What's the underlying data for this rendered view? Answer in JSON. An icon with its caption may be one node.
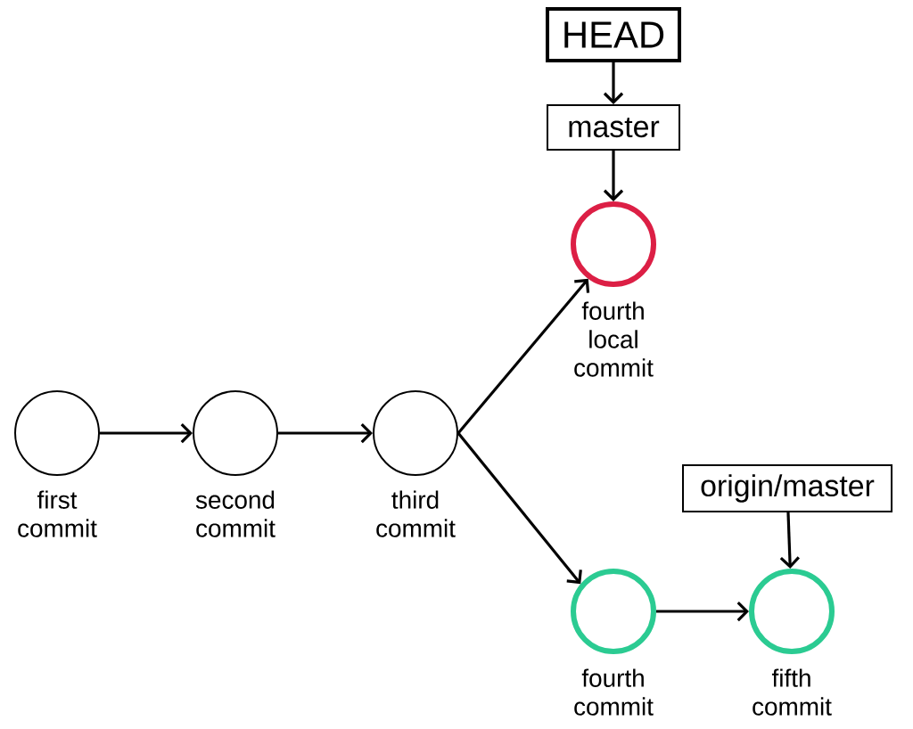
{
  "diagram": {
    "nodes": [
      {
        "text": [
          "HEAD"
        ]
      },
      {
        "text": [
          "master"
        ]
      },
      {
        "text": [],
        "shape": "circle",
        "beside": [
          "fourth local commit"
        ]
      },
      {
        "text": [],
        "shape": "circle",
        "beside": [
          "first commit"
        ]
      },
      {
        "text": [],
        "shape": "circle",
        "beside": [
          "second commit"
        ]
      },
      {
        "text": [],
        "shape": "circle",
        "beside": [
          "third commit"
        ]
      },
      {
        "text": [
          "origin/master"
        ]
      },
      {
        "text": [],
        "shape": "circle",
        "beside": [
          "fourth commit"
        ]
      },
      {
        "text": [],
        "shape": "circle",
        "beside": [
          "fifth commit"
        ]
      }
    ],
    "edges": [
      {
        "from": 0,
        "to": 1,
        "arrow": "to"
      },
      {
        "from": 1,
        "to": 2,
        "arrow": "to"
      },
      {
        "from": 3,
        "to": 4,
        "arrow": "to"
      },
      {
        "from": 4,
        "to": 5,
        "arrow": "to"
      },
      {
        "from": 5,
        "to": 2,
        "arrow": "to"
      },
      {
        "from": 5,
        "to": 7,
        "arrow": "to"
      },
      {
        "from": 6,
        "to": 8,
        "arrow": "to"
      },
      {
        "from": 7,
        "to": 8,
        "arrow": "to"
      }
    ]
  }
}
